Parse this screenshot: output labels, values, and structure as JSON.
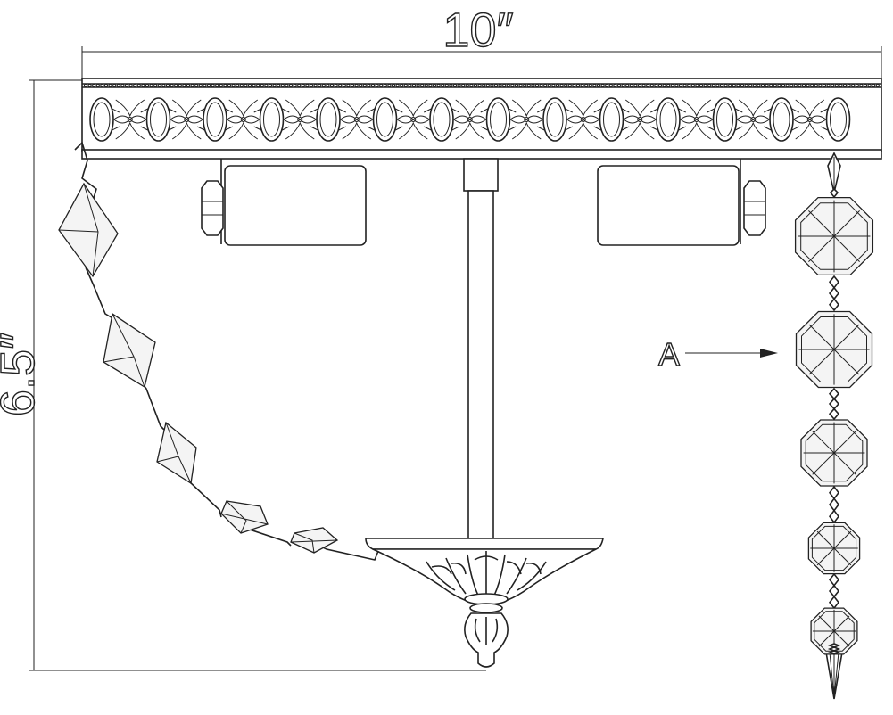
{
  "dimensions": {
    "width_label": "10″",
    "height_label": "6.5″"
  },
  "callout": {
    "label": "A"
  },
  "colors": {
    "ink": "#222222",
    "background": "#ffffff",
    "glass": "#f4f4f4"
  }
}
